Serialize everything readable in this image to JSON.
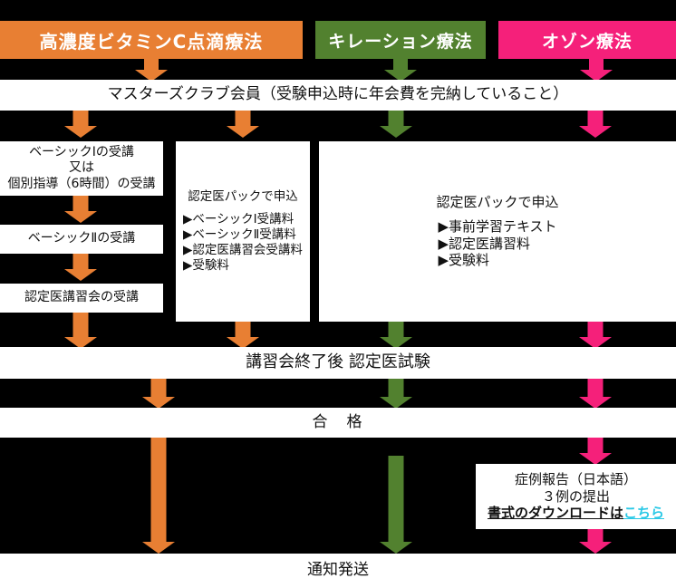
{
  "colors": {
    "orange": "#E87F33",
    "green": "#52812F",
    "pink": "#F5207A",
    "box_bg": "#FFFFFF",
    "page_bg": "#000000",
    "link": "#28C8E6"
  },
  "headers": [
    {
      "label": "高濃度ビタミンC点滴療法",
      "color": "#E87F33"
    },
    {
      "label": "キレーション療法",
      "color": "#52812F"
    },
    {
      "label": "オゾン療法",
      "color": "#F5207A"
    }
  ],
  "membership": {
    "label": "マスターズクラブ会員（受験申込時に年会費を完納していること）"
  },
  "left_track": {
    "step1": {
      "line1": "ベーシックⅠの受講",
      "line2": "又は",
      "line3": "個別指導（6時間）の受講"
    },
    "step2": {
      "label": "ベーシックⅡの受講"
    },
    "step3": {
      "label": "認定医講習会の受講"
    }
  },
  "middle_pack": {
    "title": "認定医パックで申込",
    "items": [
      "▶ベーシックⅠ受講料",
      "▶ベーシックⅡ受講料",
      "▶認定医講習会受講料",
      "▶受験料"
    ]
  },
  "right_pack": {
    "title": "認定医パックで申込",
    "items": [
      "▶事前学習テキスト",
      "▶認定医講習料",
      "▶受験料"
    ]
  },
  "exam": {
    "label": "講習会終了後 認定医試験"
  },
  "pass": {
    "label": "合　格"
  },
  "case_report": {
    "line1": "症例報告（日本語）",
    "line2": "３例の提出",
    "link_prefix": "書式のダウンロードは",
    "link_text": "こちら"
  },
  "notification": {
    "label": "通知発送"
  }
}
